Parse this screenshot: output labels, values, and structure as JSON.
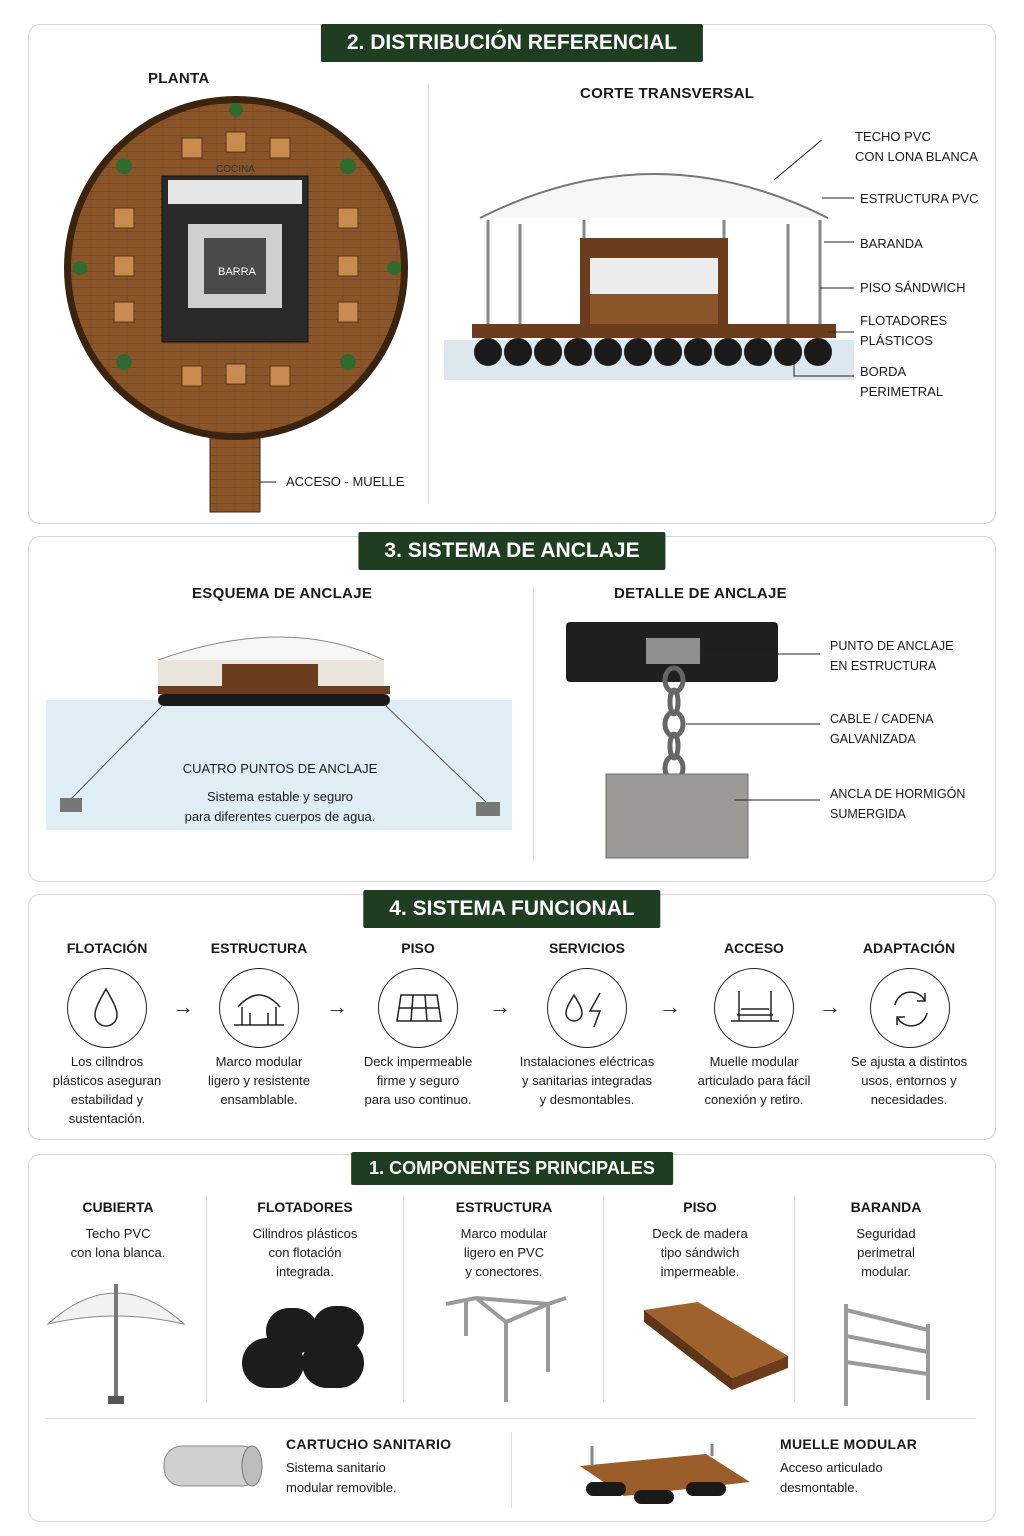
{
  "distribution": {
    "badge": "2. DISTRIBUCIÓN REFERENCIAL",
    "plan_title": "PLANTA",
    "plan_kitchen": "COCINA",
    "plan_bar": "BARRA",
    "plan_access": "ACCESO - MUELLE",
    "section_title": "CORTE TRANSVERSAL",
    "callouts": [
      [
        "TECHO PVC",
        "CON LONA BLANCA"
      ],
      [
        "ESTRUCTURA PVC"
      ],
      [
        "BARANDA"
      ],
      [
        "PISO SÁNDWICH"
      ],
      [
        "FLOTADORES",
        "PLÁSTICOS"
      ],
      [
        "BORDA",
        "PERIMETRAL"
      ]
    ]
  },
  "anchoring": {
    "badge": "3. SISTEMA DE ANCLAJE",
    "scheme_title": "ESQUEMA DE ANCLAJE",
    "scheme_caption": "CUATRO PUNTOS DE ANCLAJE",
    "scheme_text": [
      "Sistema estable y seguro",
      "para diferentes cuerpos de agua."
    ],
    "detail_title": "DETALLE DE ANCLAJE",
    "detail_callouts": [
      [
        "PUNTO DE ANCLAJE",
        "EN ESTRUCTURA"
      ],
      [
        "CABLE / CADENA",
        "GALVANIZADA"
      ],
      [
        "ANCLA DE HORMIGÓN",
        "SUMERGIDA"
      ]
    ]
  },
  "functional": {
    "badge": "4. SISTEMA FUNCIONAL",
    "steps": [
      {
        "title": "FLOTACIÓN",
        "icon": "water-drop-icon",
        "text": [
          "Los cilindros",
          "plásticos aseguran",
          "estabilidad y",
          "sustentación."
        ]
      },
      {
        "title": "ESTRUCTURA",
        "icon": "dome-structure-icon",
        "text": [
          "Marco modular",
          "ligero y resistente",
          "ensamblable."
        ]
      },
      {
        "title": "PISO",
        "icon": "floor-grid-icon",
        "text": [
          "Deck impermeable",
          "firme y seguro",
          "para uso continuo."
        ]
      },
      {
        "title": "SERVICIOS",
        "icon": "water-electric-icon",
        "text": [
          "Instalaciones eléctricas",
          "y sanitarias integradas",
          "y desmontables."
        ]
      },
      {
        "title": "ACCESO",
        "icon": "dock-access-icon",
        "text": [
          "Muelle modular",
          "articulado para fácil",
          "conexión y retiro."
        ]
      },
      {
        "title": "ADAPTACIÓN",
        "icon": "refresh-icon",
        "text": [
          "Se ajusta a distintos",
          "usos, entornos y",
          "necesidades."
        ]
      }
    ],
    "arrow": "→"
  },
  "components": {
    "badge": "1. COMPONENTES PRINCIPALES",
    "items": [
      {
        "title": "CUBIERTA",
        "text": [
          "Techo PVC",
          "con lona blanca."
        ],
        "icon": "umbrella-icon"
      },
      {
        "title": "FLOTADORES",
        "text": [
          "Cilindros plásticos",
          "con flotación",
          "integrada."
        ],
        "icon": "floaters-icon"
      },
      {
        "title": "ESTRUCTURA",
        "text": [
          "Marco modular",
          "ligero en PVC",
          "y conectores."
        ],
        "icon": "frame-icon"
      },
      {
        "title": "PISO",
        "text": [
          "Deck de madera",
          "tipo sándwich",
          "impermeable."
        ],
        "icon": "deck-icon"
      },
      {
        "title": "BARANDA",
        "text": [
          "Seguridad",
          "perimetral",
          "modular."
        ],
        "icon": "railing-icon"
      }
    ],
    "extra": [
      {
        "title": "CARTUCHO SANITARIO",
        "text": [
          "Sistema sanitario",
          "modular removible."
        ],
        "icon": "cartridge-icon"
      },
      {
        "title": "MUELLE MODULAR",
        "text": [
          "Acceso articulado",
          "desmontable."
        ],
        "icon": "dock-icon"
      }
    ]
  }
}
